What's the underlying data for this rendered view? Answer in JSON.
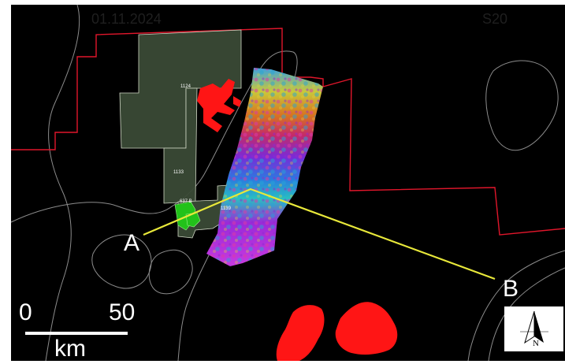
{
  "header": {
    "date": "01.11.2024",
    "code": "S20"
  },
  "profile": {
    "start_label": "A",
    "end_label": "B"
  },
  "scale_bar": {
    "start_value": "0",
    "end_value": "50",
    "unit": "km"
  },
  "blocks": {
    "labels": [
      "1124",
      "1133",
      "637 B",
      "1139"
    ]
  },
  "north_arrow": {
    "letter": "N"
  },
  "colors": {
    "background": "#000000",
    "coastline": "#8c8c8c",
    "license_boundary": "#e0162b",
    "licence_block_fill": "#3a4a36",
    "profile_line": "#e8e83a",
    "red_feature": "#ff1515",
    "green_field": "#22c21a"
  }
}
